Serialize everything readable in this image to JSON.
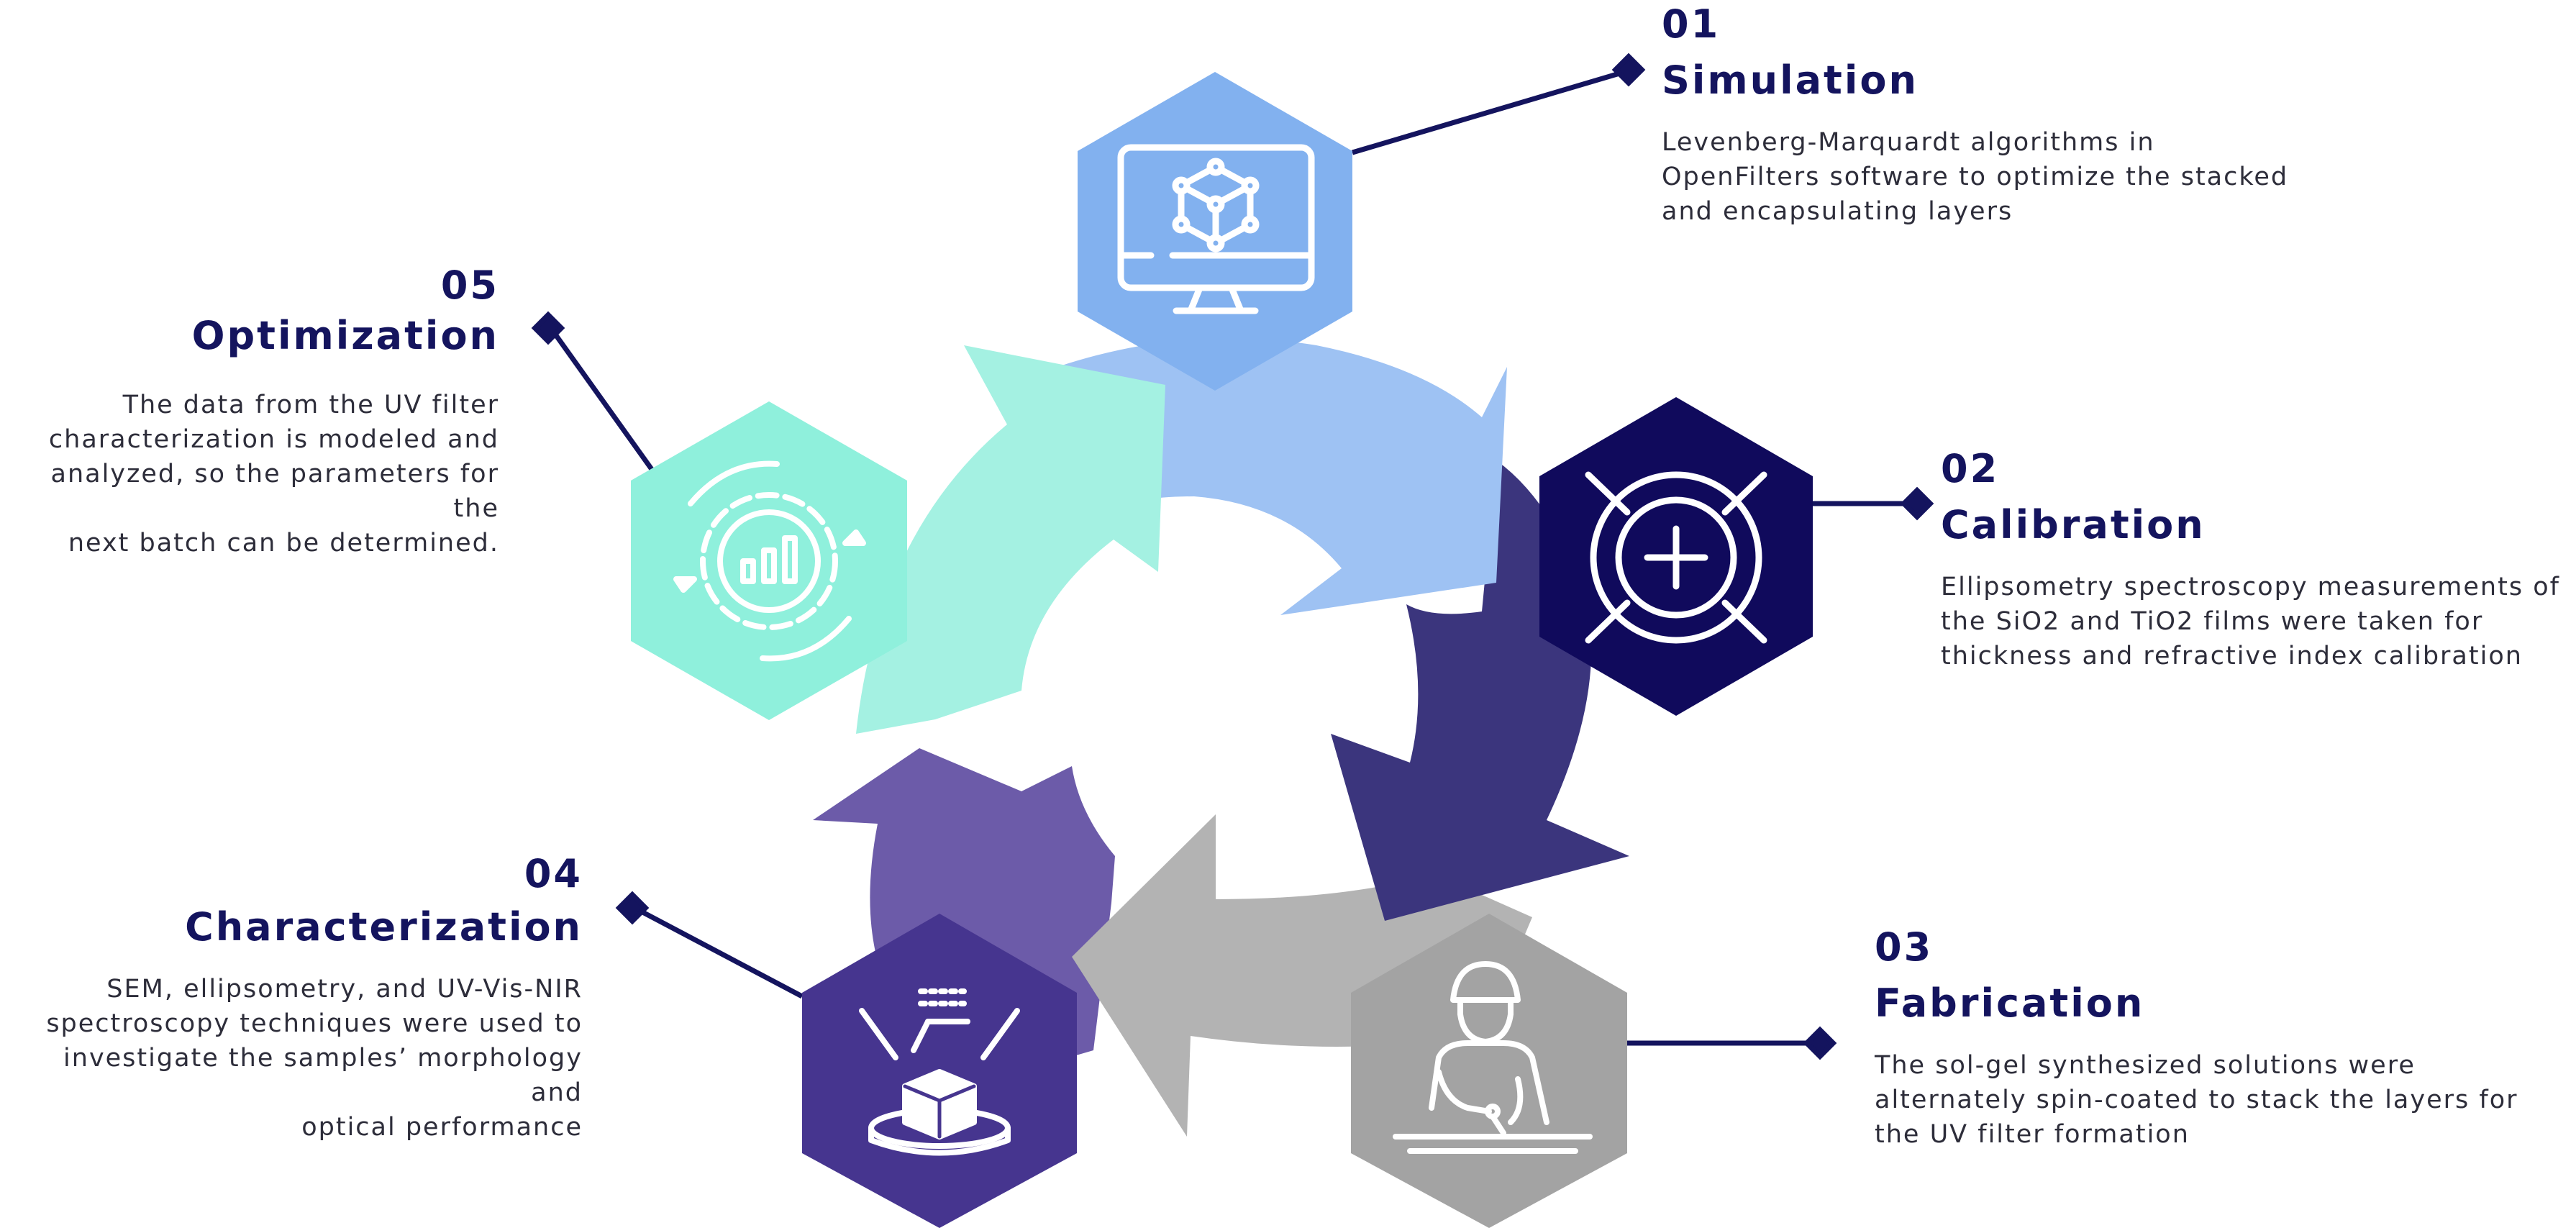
{
  "colors": {
    "navy": "#14145e",
    "sim": "#82b1ef",
    "sim_arrow": "#9ec2f3",
    "cal": "#100a5c",
    "cal_arrow": "#3b357d",
    "fab": "#a3a3a3",
    "fab_arrow": "#b3b3b3",
    "char": "#46358f",
    "char_arrow": "#6c5ba9",
    "opt": "#8ff0dc",
    "opt_arrow": "#a4f1e2"
  },
  "steps": [
    {
      "id": "simulation",
      "number": "01",
      "title": "Simulation",
      "icon": "monitor-cube-icon",
      "description": [
        "Levenberg-Marquardt algorithms in",
        "OpenFilters software to optimize the stacked",
        "and encapsulating layers"
      ]
    },
    {
      "id": "calibration",
      "number": "02",
      "title": "Calibration",
      "icon": "crosshair-target-icon",
      "description": [
        "Ellipsometry spectroscopy measurements of",
        "the SiO2 and TiO2 films were taken for",
        "thickness and refractive index calibration"
      ]
    },
    {
      "id": "fabrication",
      "number": "03",
      "title": "Fabrication",
      "icon": "worker-at-bench-icon",
      "description": [
        "The sol-gel synthesized solutions were",
        "alternately spin-coated to stack the layers for",
        "the UV filter formation"
      ]
    },
    {
      "id": "characterization",
      "number": "04",
      "title": "Characterization",
      "icon": "sample-measurement-icon",
      "description": [
        "SEM, ellipsometry, and UV-Vis-NIR",
        "spectroscopy  techniques were used to",
        "investigate the samples’ morphology and",
        "optical performance"
      ]
    },
    {
      "id": "optimization",
      "number": "05",
      "title": "Optimization",
      "icon": "gear-chart-cycle-icon",
      "description": [
        "The data from the UV filter",
        "characterization is modeled and",
        "analyzed, so the parameters for the",
        "next batch can be determined."
      ]
    }
  ]
}
